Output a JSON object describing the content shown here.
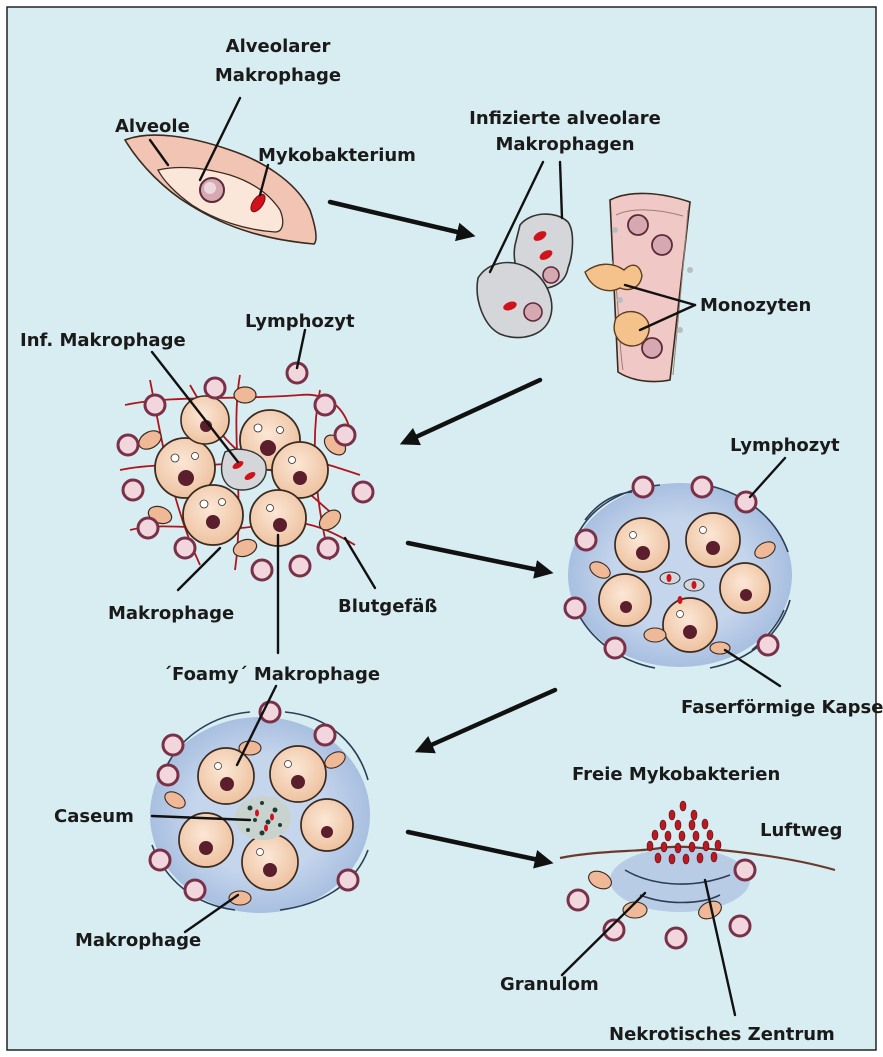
{
  "colors": {
    "background": "#d8edf1",
    "frame": "#222222",
    "macrophage_fill": "#f6d7bd",
    "macrophage_outline": "#3a2a20",
    "lymphocyte_ring": "#7a3148",
    "lymphocyte_inner": "#f1d6de",
    "bacterium": "#d0121b",
    "vessel": "#b0151c",
    "infected_cell": "#d4d6d9",
    "capsule": "#b9cce6",
    "blood_vessel_wall": "#f0c9c7"
  },
  "labels": {
    "alveolarer": "Alveolarer",
    "makrophage_top": "Makrophage",
    "alveole": "Alveole",
    "mykobakterium": "Mykobakterium",
    "infizierte_line1": "Infizierte alveolare",
    "infizierte_line2": "Makrophagen",
    "monozyten": "Monozyten",
    "lymphozyt_1": "Lymphozyt",
    "inf_makrophage": "Inf. Makrophage",
    "makrophage_mid": "Makrophage",
    "blutgefaess": "Blutgefäß",
    "lymphozyt_2": "Lymphozyt",
    "foamy": "´Foamy´ Makrophage",
    "faserfoermige": "Faserförmige Kapsel",
    "caseum": "Caseum",
    "makrophage_bottom": "Makrophage",
    "freie": "Freie Mykobakterien",
    "luftweg": "Luftweg",
    "granulom": "Granulom",
    "nekrotisches": "Nekrotisches Zentrum"
  },
  "icons": [
    "alveolus-icon",
    "infected-macrophage-icon",
    "blood-vessel-icon",
    "monocyte-icon",
    "early-granuloma-icon",
    "encapsulated-granuloma-icon",
    "caseous-granuloma-icon",
    "cavitation-icon",
    "process-arrow-icon"
  ]
}
